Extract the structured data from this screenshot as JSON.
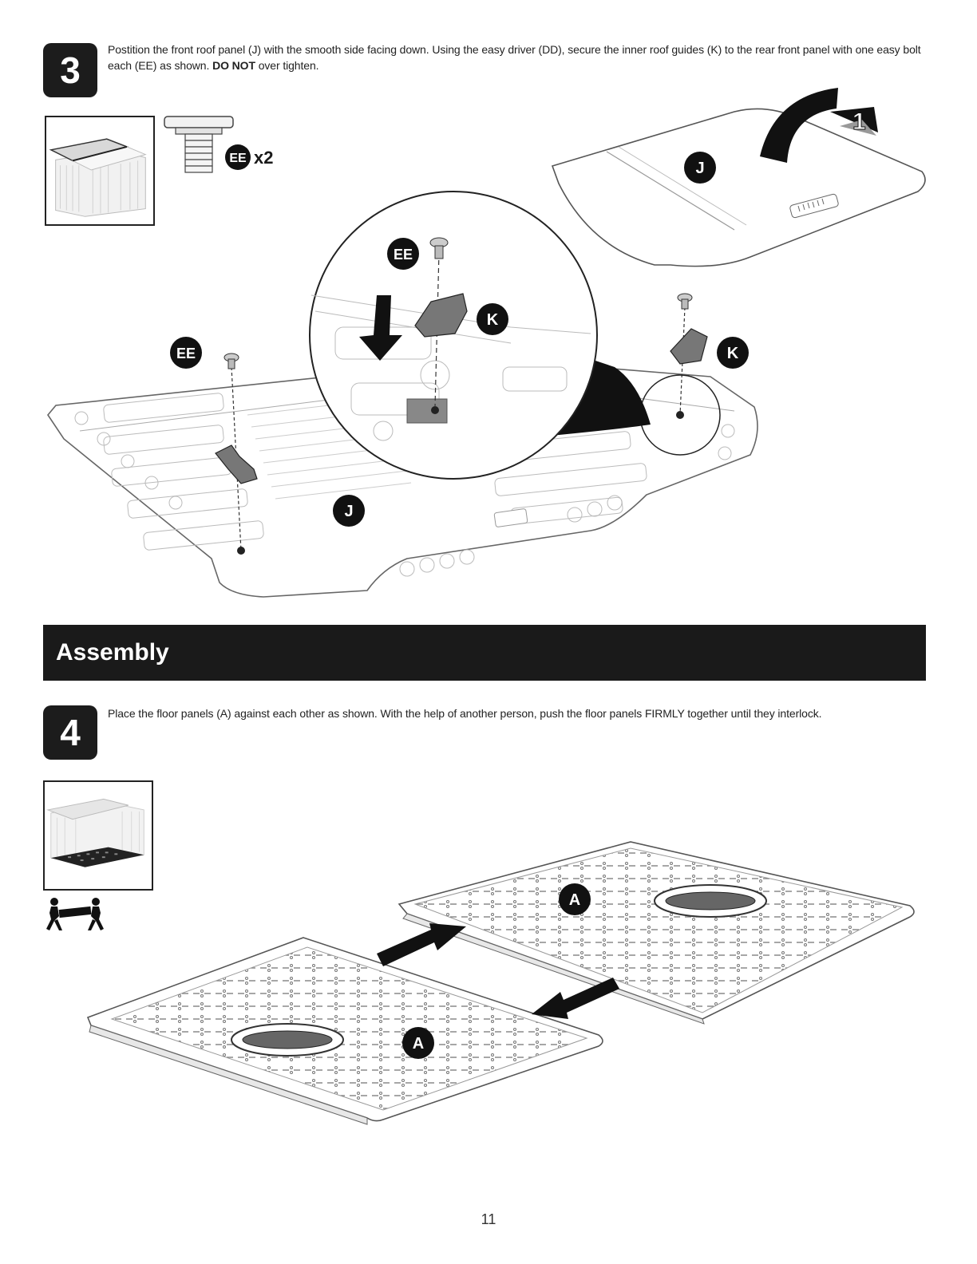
{
  "step3": {
    "number": "3",
    "text_a": "Postition the front roof panel (J) with the smooth side facing down. Using the easy driver (DD), secure the inner roof guides (K) to the rear front panel with one easy bolt each (EE) as shown. ",
    "text_bold": "DO NOT",
    "text_b": " over tighten.",
    "hardware_label": "EE",
    "hardware_qty": "x2",
    "callouts": {
      "panel": "J",
      "guide": "K",
      "bolt": "EE",
      "rotation": "1"
    }
  },
  "section": {
    "title": "Assembly"
  },
  "step4": {
    "number": "4",
    "text": "Place the floor panels (A) against each other as shown. With the help of another person, push the floor panels FIRMLY together until they interlock.",
    "callouts": {
      "panel": "A"
    },
    "icons": [
      "two-person-lift-icon"
    ]
  },
  "footer": {
    "page_number": "11"
  }
}
